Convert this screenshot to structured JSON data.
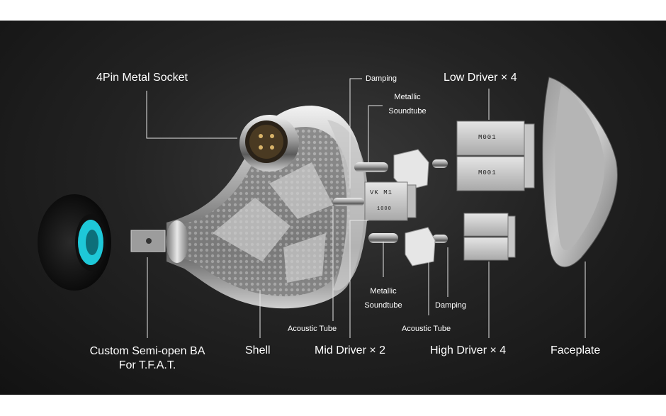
{
  "labels": {
    "socket": "4Pin Metal Socket",
    "damping_top": "Damping",
    "metallic_top_1": "Metallic",
    "metallic_top_2": "Soundtube",
    "low_driver": "Low Driver × 4",
    "custom_ba_1": "Custom Semi-open BA",
    "custom_ba_2": "For T.F.A.T.",
    "shell": "Shell",
    "acoustic_tube_left": "Acoustic Tube",
    "mid_driver": "Mid Driver × 2",
    "metallic_bottom_1": "Metallic",
    "metallic_bottom_2": "Soundtube",
    "damping_bottom": "Damping",
    "acoustic_tube_right": "Acoustic Tube",
    "high_driver": "High Driver × 4",
    "faceplate": "Faceplate"
  },
  "markings": {
    "low_driver_mark": "M001",
    "mid_driver_mark": "VK M1",
    "mid_driver_code": "1000"
  },
  "colors": {
    "background": "#1c1c1c",
    "text": "#ffffff",
    "leader_line": "#e6e6e6",
    "eartip_accent": "#1ec8d8"
  }
}
